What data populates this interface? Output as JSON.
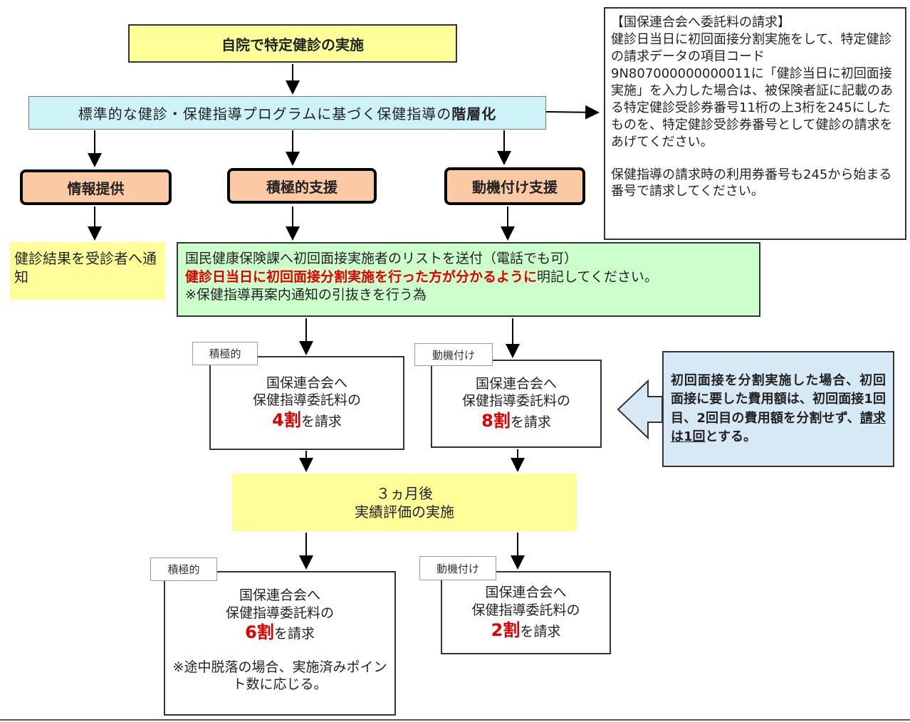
{
  "top": {
    "label": "自院で特定健診の実施"
  },
  "hierarchy": {
    "prefix": "標準的な健診・保健指導プログラムに基づく保健指導の",
    "bold": "階層化"
  },
  "levels": {
    "info": "情報提供",
    "sekkyoku": "積極的支援",
    "douki": "動機付け支援"
  },
  "notify": {
    "text": "健診結果を受診者へ通知"
  },
  "list": {
    "line1": "国民健康保険課へ初回面接実施者のリストを送付（電話でも可）",
    "line2_red": "健診日当日に初回面接分割実施を行った方が分かるように",
    "line2_rest": "明記してください。",
    "line3": "※保健指導再案内通知の引抜きを行う為"
  },
  "note": {
    "title": "【国保連合会へ委託料の請求】",
    "body": "健診日当日に初回面接分割実施をして、特定健診の請求データの項目コード9N807000000000011に「健診当日に初回面接実施」を入力した場合は、被保険者証に記載のある特定健診受診券番号11桁の上3桁を245にしたものを、特定健診受診券番号として健診の請求をあげてください。",
    "body2": "保健指導の請求時の利用券番号も245から始まる番号で請求してください。"
  },
  "claims_first": {
    "sekkyoku_tag": "積極的",
    "douki_tag": "動機付け",
    "line1": "国保連合会へ",
    "line2": "保健指導委託料の",
    "sekkyoku_pct": "4割",
    "douki_pct": "8割",
    "suffix": "を請求"
  },
  "split_note": {
    "text": "初回面接を分割実施した場合、初回面接に要した費用額は、初回面接1回目、2回目の費用額を分割せず、",
    "bold_underline": "請求は1回",
    "end": "とする。"
  },
  "evaluation": {
    "line1": "３ヵ月後",
    "line2": "実績評価の実施"
  },
  "claims_final": {
    "sekkyoku_tag": "積極的",
    "douki_tag": "動機付け",
    "line1": "国保連合会へ",
    "line2": "保健指導委託料の",
    "sekkyoku_pct": "6割",
    "douki_pct": "2割",
    "suffix": "を請求",
    "dropout_note": "※途中脱落の場合、実施済みポイント数に応じる。"
  },
  "colors": {
    "yellow": "#ffff99",
    "cyan": "#cdf3f8",
    "orange": "#fbc9a3",
    "green": "#ccffcc",
    "blue": "#d6e9f5",
    "red": "#e00000"
  }
}
